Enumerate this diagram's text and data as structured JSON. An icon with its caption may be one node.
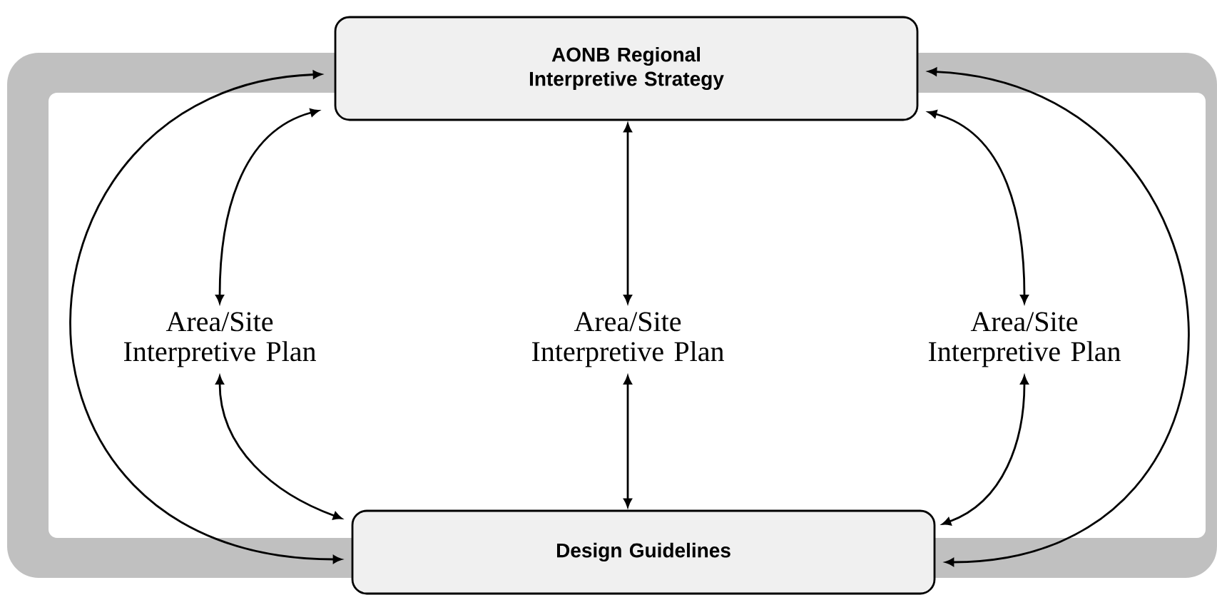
{
  "diagram": {
    "nodes": [
      {
        "text": [
          "AONB Regional Interpretive Strategy"
        ]
      },
      {
        "text": [
          "Area/Site Interpretive Plan"
        ]
      },
      {
        "text": [
          "Area/Site Interpretive Plan"
        ]
      },
      {
        "text": [
          "Area/Site Interpretive Plan"
        ]
      },
      {
        "text": [
          "Design Guidelines"
        ]
      }
    ],
    "edges": [
      {
        "from": 0,
        "to": 4,
        "arrow": "both"
      },
      {
        "from": 0,
        "to": 1,
        "arrow": "both"
      },
      {
        "from": 1,
        "to": 4,
        "arrow": "both"
      },
      {
        "from": 0,
        "to": 2,
        "arrow": "both"
      },
      {
        "from": 2,
        "to": 4,
        "arrow": "both"
      },
      {
        "from": 0,
        "to": 3,
        "arrow": "both"
      },
      {
        "from": 3,
        "to": 4,
        "arrow": "both"
      },
      {
        "from": 0,
        "to": 4,
        "arrow": "both"
      }
    ]
  }
}
